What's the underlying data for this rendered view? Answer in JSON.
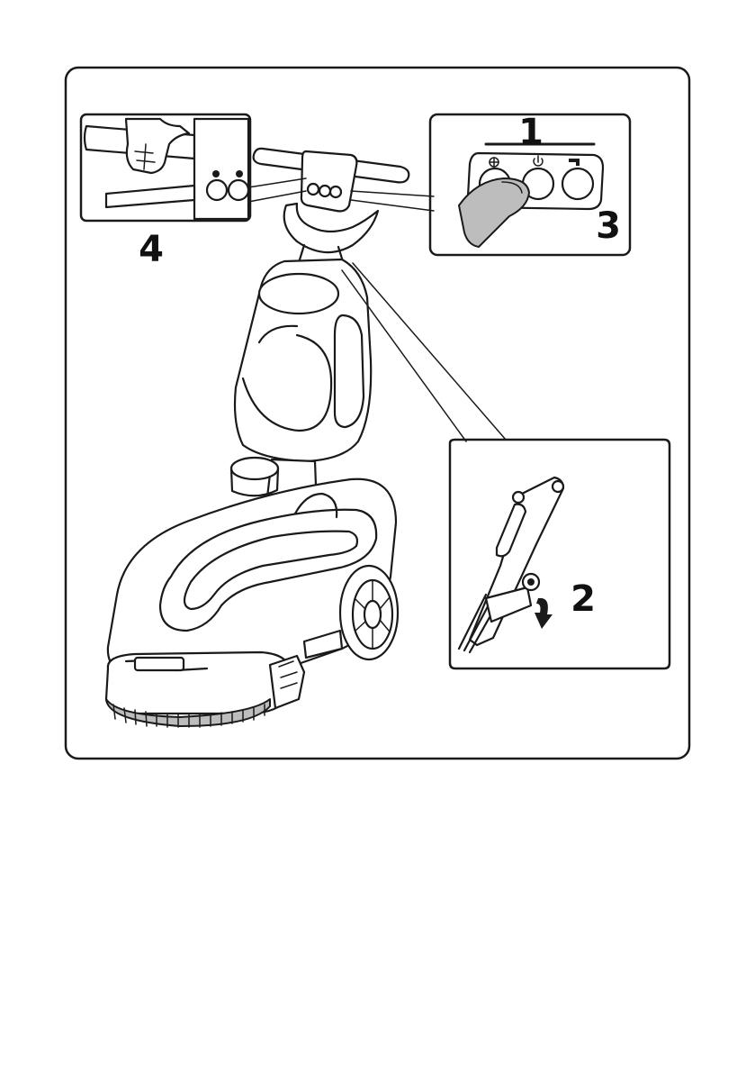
{
  "figure": {
    "callouts": {
      "one": "1",
      "two": "2",
      "three": "3",
      "four": "4"
    },
    "icons": [
      "water-drop-icon",
      "power-icon",
      "faucet-icon",
      "hand-icon",
      "rotate-arrow-icon"
    ],
    "colors": {
      "line": "#1a1a1a",
      "shade": "#bdbdbd",
      "background": "#ffffff"
    }
  }
}
